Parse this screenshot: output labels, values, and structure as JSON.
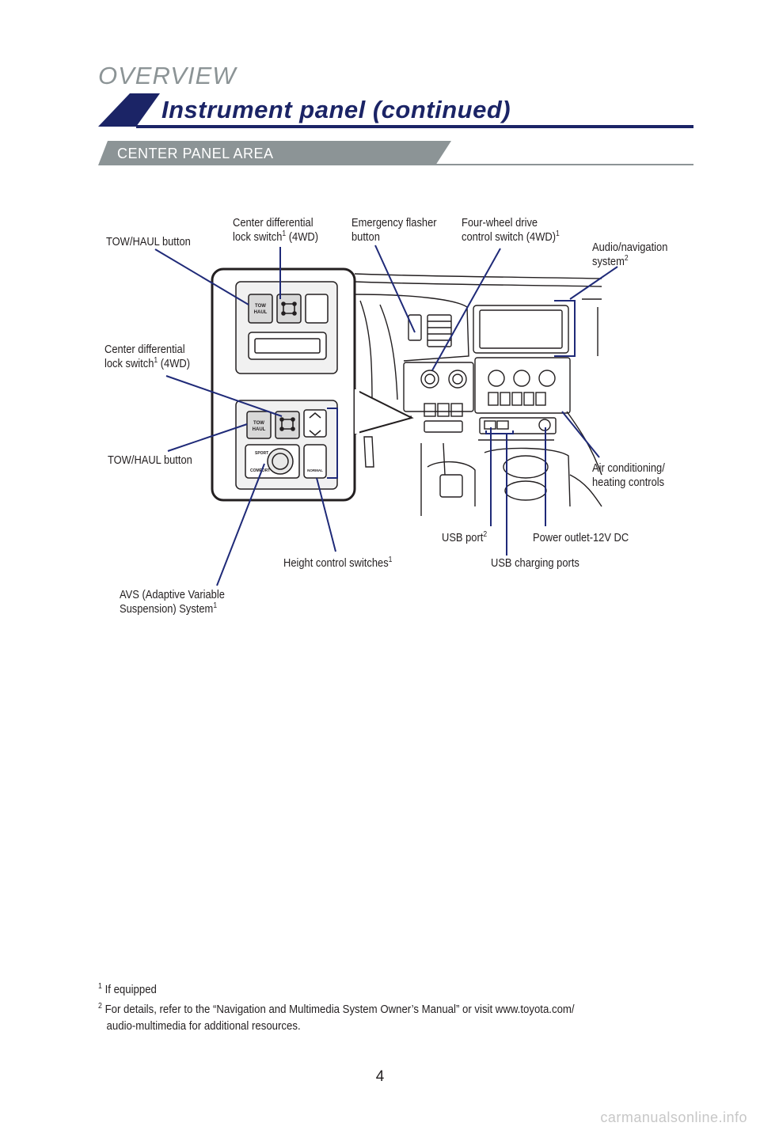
{
  "header": {
    "overview": "OVERVIEW",
    "title": "Instrument panel (continued)",
    "section": "CENTER PANEL AREA"
  },
  "colors": {
    "navy": "#1b2466",
    "gray_band": "#8c9496",
    "callout_line": "#1f2a78"
  },
  "callouts": {
    "tow_haul_top": "TOW/HAUL button",
    "center_diff_top_1": "Center differential",
    "center_diff_top_2": "lock switch",
    "center_diff_top_sup": "1",
    "center_diff_top_tail": " (4WD)",
    "emergency_1": "Emergency flasher",
    "emergency_2": "button",
    "fourwheel_1": "Four-wheel drive",
    "fourwheel_2": "control switch (4WD)",
    "fourwheel_sup": "1",
    "audio_1": "Audio/navigation",
    "audio_2": "system",
    "audio_sup": "2",
    "center_diff_left_1": "Center differential",
    "center_diff_left_2": "lock switch",
    "center_diff_left_sup": "1",
    "center_diff_left_tail": " (4WD)",
    "tow_haul_left": "TOW/HAUL button",
    "air_1": "Air conditioning/",
    "air_2": "heating controls",
    "usb_port": "USB port",
    "usb_port_sup": "2",
    "power_outlet": "Power outlet-12V DC",
    "height": "Height control switches",
    "height_sup": "1",
    "usb_charging": "USB charging ports",
    "avs_1": "AVS (Adaptive Variable",
    "avs_2": "Suspension) System",
    "avs_sup": "1"
  },
  "button_text": {
    "tow": "TOW",
    "haul": "HAUL",
    "sport": "SPORT",
    "comfort": "COMFORT",
    "normal": "NORMAL"
  },
  "footnotes": {
    "fn1_mark": "1",
    "fn1": "If equipped",
    "fn2_mark": "2",
    "fn2_line1": "For details, refer to the “Navigation and Multimedia System Owner’s Manual” or visit www.toyota.com/",
    "fn2_line2": "audio-multimedia for additional resources."
  },
  "page_number": "4",
  "watermark": "carmanualsonline.info"
}
